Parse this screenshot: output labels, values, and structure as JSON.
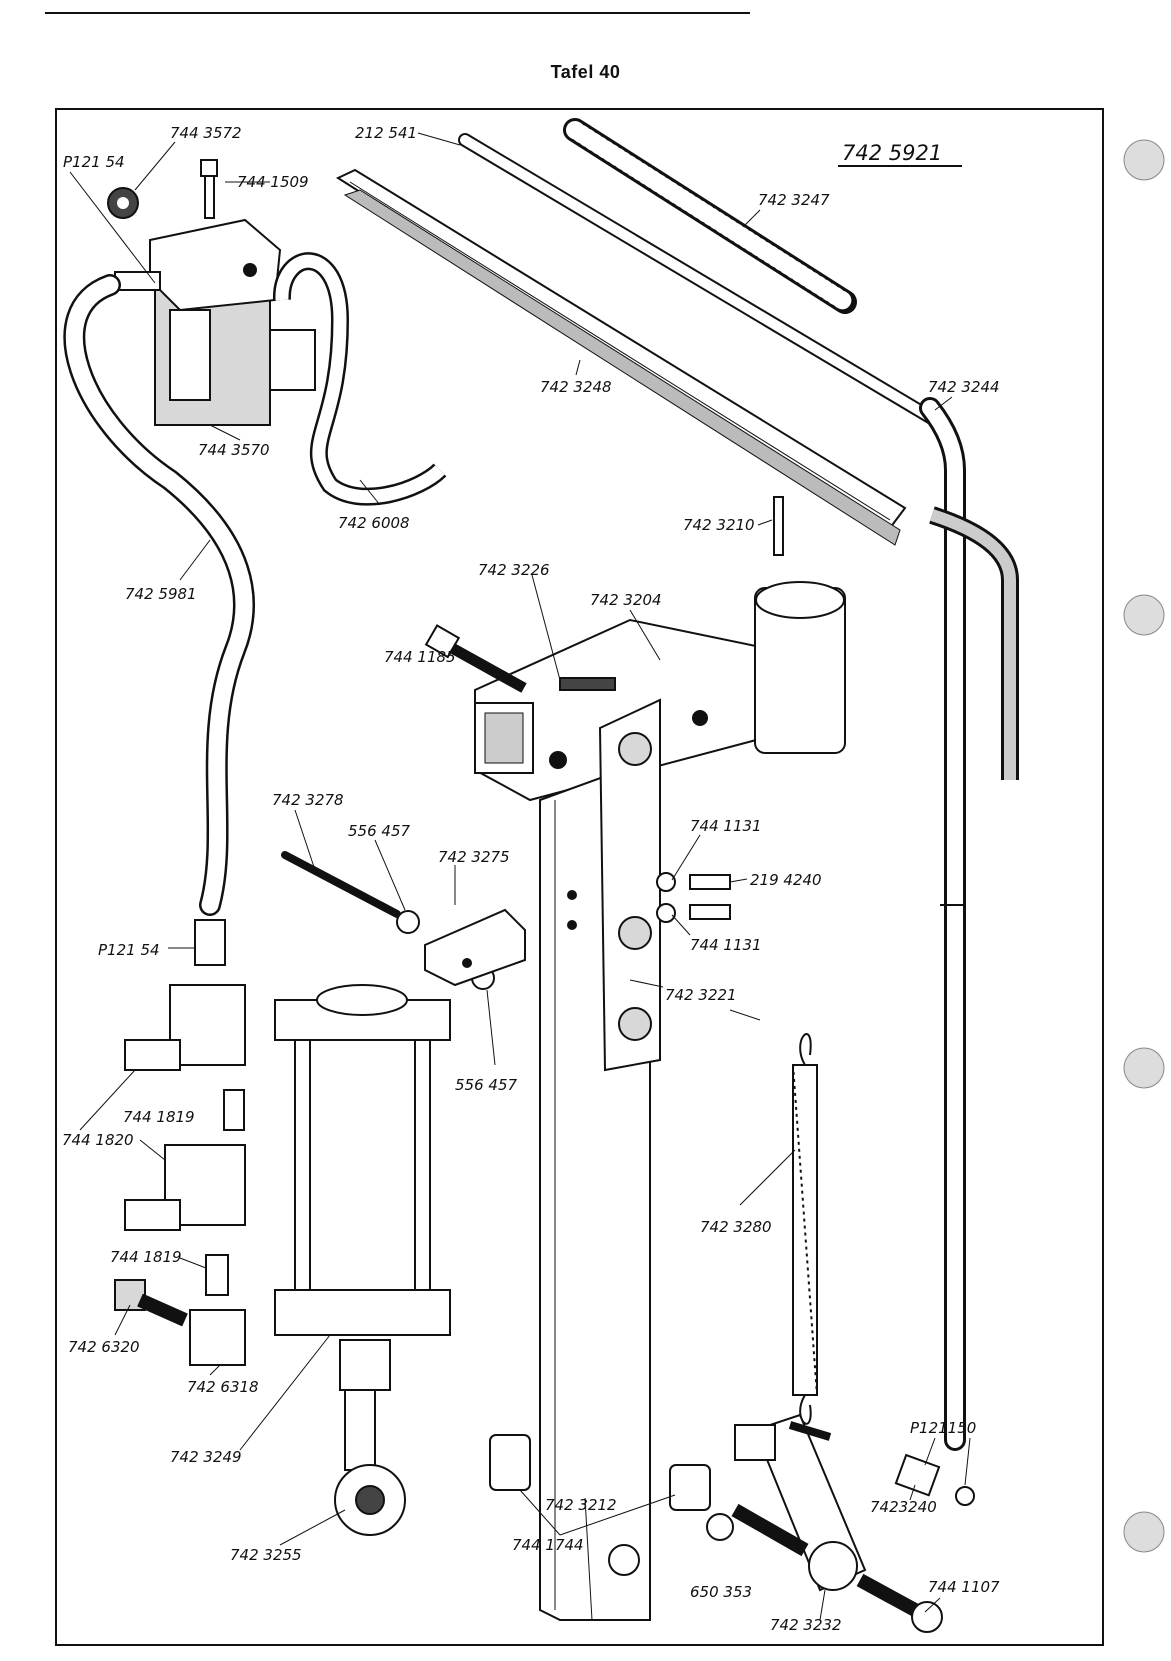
{
  "page_title": "Tafel 40",
  "assembly_number": "742 5921",
  "part_labels": [
    {
      "id": "p12154_top",
      "text": "P121 54"
    },
    {
      "id": "l7443572",
      "text": "744 3572"
    },
    {
      "id": "l7441509",
      "text": "744 1509"
    },
    {
      "id": "l212541",
      "text": "212 541"
    },
    {
      "id": "l7423247",
      "text": "742 3247"
    },
    {
      "id": "l7443570",
      "text": "744 3570"
    },
    {
      "id": "l7423248",
      "text": "742 3248"
    },
    {
      "id": "l7423244",
      "text": "742 3244"
    },
    {
      "id": "l7426008",
      "text": "742 6008"
    },
    {
      "id": "l7423210",
      "text": "742 3210"
    },
    {
      "id": "l7423226",
      "text": "742 3226"
    },
    {
      "id": "l7425981",
      "text": "742 5981"
    },
    {
      "id": "l7423204",
      "text": "742 3204"
    },
    {
      "id": "l7441185",
      "text": "744 1185"
    },
    {
      "id": "l7423278",
      "text": "742 3278"
    },
    {
      "id": "l556457a",
      "text": "556 457"
    },
    {
      "id": "l7441131a",
      "text": "744 1131"
    },
    {
      "id": "l7423275",
      "text": "742 3275"
    },
    {
      "id": "l2194240",
      "text": "219 4240"
    },
    {
      "id": "p12154_bottom",
      "text": "P121 54"
    },
    {
      "id": "l7441131b",
      "text": "744 1131"
    },
    {
      "id": "l7423221",
      "text": "742 3221"
    },
    {
      "id": "l556457b",
      "text": "556 457"
    },
    {
      "id": "l7441819a",
      "text": "744 1819"
    },
    {
      "id": "l7441820",
      "text": "744 1820"
    },
    {
      "id": "l7423280",
      "text": "742 3280"
    },
    {
      "id": "l7441819b",
      "text": "744 1819"
    },
    {
      "id": "l7426320",
      "text": "742 6320"
    },
    {
      "id": "l7426318",
      "text": "742 6318"
    },
    {
      "id": "lP121150",
      "text": "P121150"
    },
    {
      "id": "l7423249",
      "text": "742 3249"
    },
    {
      "id": "l7423240",
      "text": "7423240"
    },
    {
      "id": "l7423212",
      "text": "742 3212"
    },
    {
      "id": "l7423255",
      "text": "742 3255"
    },
    {
      "id": "l7441744",
      "text": "744 1744"
    },
    {
      "id": "l7441107",
      "text": "744 1107"
    },
    {
      "id": "l650353",
      "text": "650 353"
    },
    {
      "id": "l7423232",
      "text": "742 3232"
    }
  ]
}
